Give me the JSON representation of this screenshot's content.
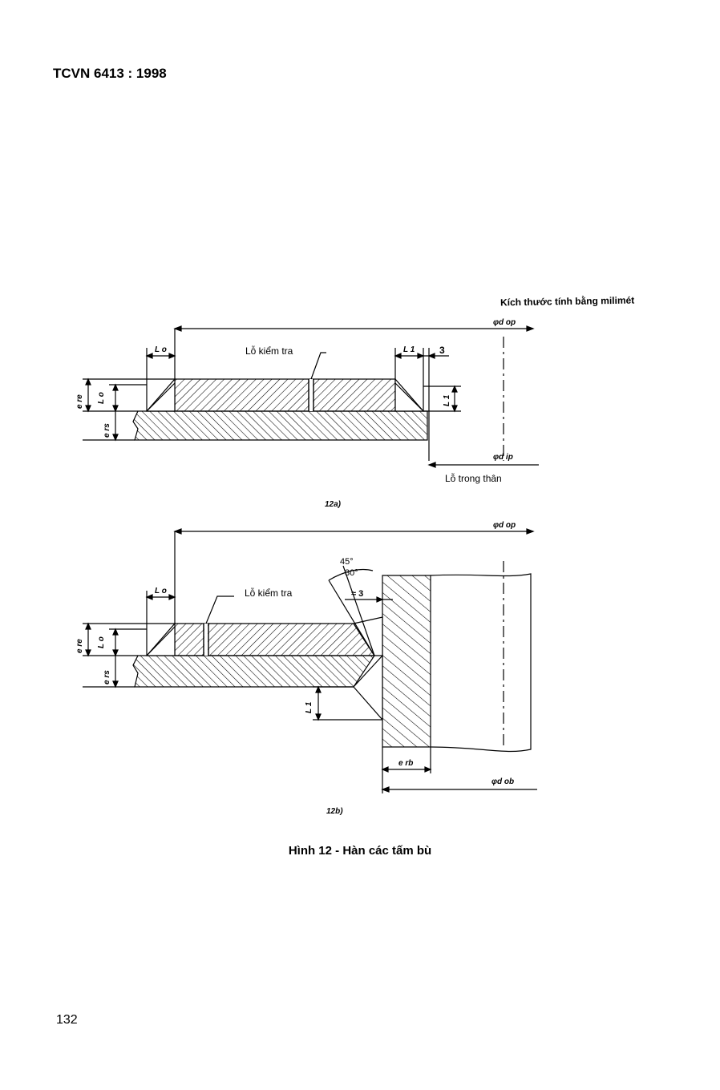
{
  "header": {
    "standard": "TCVN 6413 : 1998"
  },
  "units_note": "Kích thước tính bằng milimét",
  "figure_a": {
    "label": "12a)",
    "inspection_hole": "Lỗ kiểm tra",
    "body_hole": "Lỗ trong thân",
    "dims": {
      "d_op": "φd op",
      "d_ip": "φd ip",
      "L0": "L o",
      "L1": "L 1",
      "three": "3",
      "e_re": "e re",
      "e_rs": "e rs"
    }
  },
  "figure_b": {
    "label": "12b)",
    "inspection_hole": "Lỗ kiểm tra",
    "angle_45": "45°",
    "angle_30": "30°",
    "approx_3": "≈ 3",
    "dims": {
      "d_op": "φd op",
      "d_ob": "φd ob",
      "L0": "L o",
      "L1": "L 1",
      "e_re": "e re",
      "e_rs": "e rs",
      "e_rb": "e rb"
    }
  },
  "caption": "Hình 12 - Hàn các tấm bù",
  "page_number": "132"
}
